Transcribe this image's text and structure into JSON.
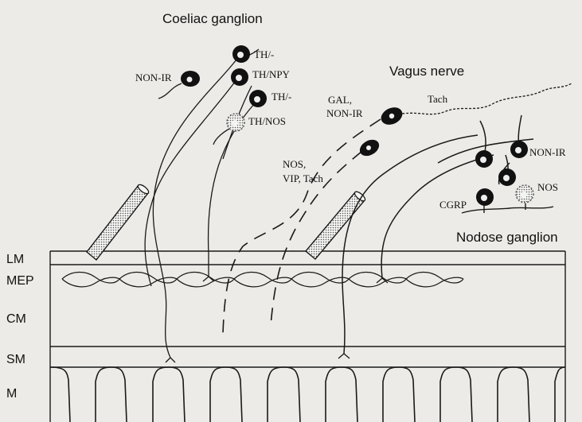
{
  "title": "Coeliac ganglion",
  "vagus_label": "Vagus nerve",
  "nodose_label": "Nodose ganglion",
  "layers": [
    {
      "label": "LM"
    },
    {
      "label": "MEP"
    },
    {
      "label": "CM"
    },
    {
      "label": "SM"
    },
    {
      "label": "M"
    }
  ],
  "coeliac_neurons": [
    {
      "label": "NON-IR"
    },
    {
      "label": "TH/-"
    },
    {
      "label": "TH/NPY"
    },
    {
      "label": "TH/-"
    },
    {
      "label": "TH/NOS"
    }
  ],
  "vagal_labels": {
    "gal_line1": "GAL,",
    "gal_line2": "NON-IR",
    "tach": "Tach",
    "nos_line1": "NOS,",
    "nos_line2": "VIP, Tach"
  },
  "nodose_neurons": [
    {
      "label": "NON-IR"
    },
    {
      "label": "NOS"
    },
    {
      "label": "CGRP"
    }
  ],
  "colors": {
    "background": "#ecebe7",
    "ink": "#1a1a1a"
  }
}
